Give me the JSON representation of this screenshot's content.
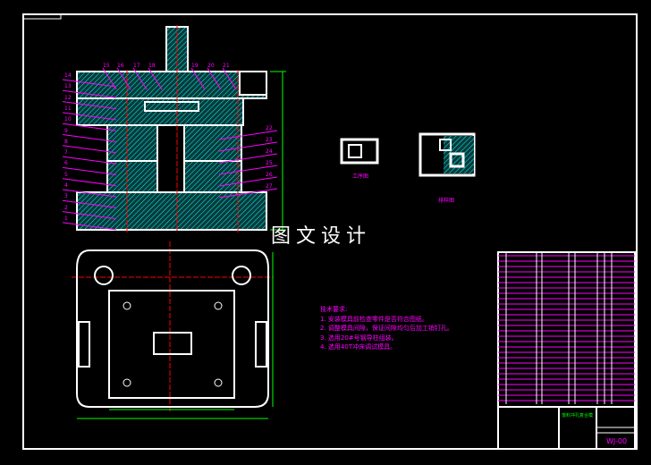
{
  "watermark": "图文设计",
  "technical_requirements": {
    "title": "技术要求:",
    "items": [
      "1. 安装模具前检查零件是否符合图纸。",
      "2. 调整模具间隙，保证间隙均匀后加工销钉孔。",
      "3. 选用20#号钢导柱组装。",
      "4. 选用40T冲床调试模具。"
    ]
  },
  "views": {
    "process_drawing_label": "工序图",
    "layout_drawing_label": "排样图"
  },
  "part_numbers_left": [
    "14",
    "13",
    "12",
    "11",
    "10",
    "9",
    "8",
    "7",
    "6",
    "5",
    "4",
    "3",
    "2",
    "1"
  ],
  "part_numbers_top": [
    "15",
    "16",
    "17",
    "18",
    "19",
    "20",
    "21"
  ],
  "part_numbers_right": [
    "22",
    "23",
    "24",
    "25",
    "26",
    "27"
  ],
  "title_block": {
    "drawing_number": "WJ-00",
    "drawing_title": "落料冲孔复合模"
  },
  "colors": {
    "background": "#000000",
    "outline": "#ffffff",
    "hatch": "#00ffff",
    "leader": "#ff00ff",
    "dimension": "#00ff00",
    "centerline": "#ff0000"
  }
}
